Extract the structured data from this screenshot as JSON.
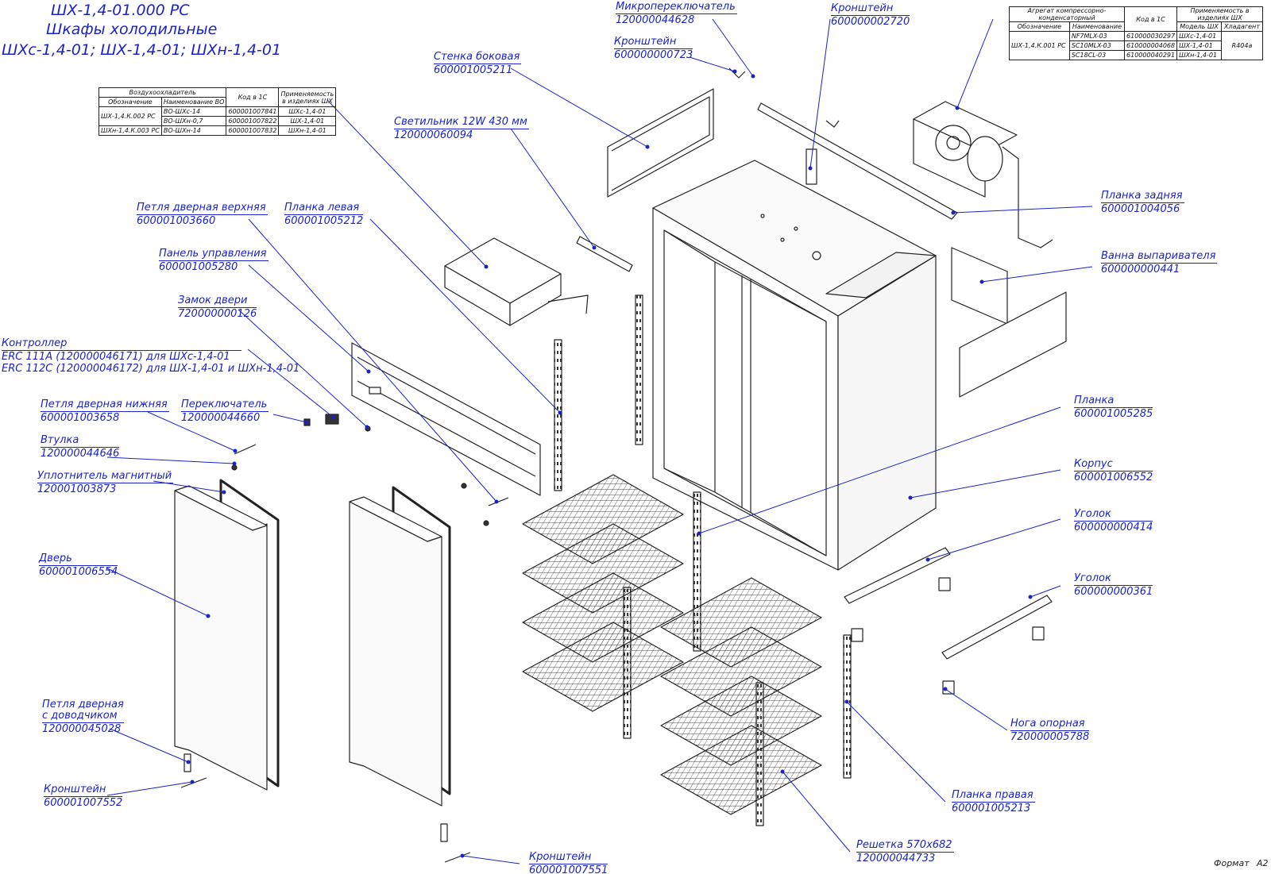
{
  "title": {
    "line1": "ШХ-1,4-01.000 РС",
    "line2": "Шкафы холодильные",
    "line3": "ШХс-1,4-01; ШХ-1,4-01; ШХн-1,4-01"
  },
  "air_cooler_table": {
    "group": "Воздухоохладитель",
    "col_designation": "Обозначение",
    "col_name": "Наименование ВО",
    "col_code": "Код в 1С",
    "col_use": "Применяемость в изделиях ШХ",
    "rows": [
      {
        "designation": "ШХ-1,4.К.002 РС",
        "name": "ВО-ШХс-14",
        "code": "600001007841",
        "use": "ШХс-1,4-01"
      },
      {
        "designation": "",
        "name": "ВО-ШХн-0,7",
        "code": "600001007822",
        "use": "ШХ-1,4-01"
      },
      {
        "designation": "ШХн-1,4.К.003 РС",
        "name": "ВО-ШХн-14",
        "code": "600001007832",
        "use": "ШХн-1,4-01"
      }
    ]
  },
  "unit_table": {
    "group": "Агрегат компрессорно-конденсаторный",
    "col_designation": "Обозначение",
    "col_name": "Наименование",
    "col_code": "Код в 1С",
    "col_use": "Применяемость в изделиях ШХ",
    "col_model": "Модель ШХ",
    "col_refrigerant": "Хладагент",
    "designation": "ШХ-1,4.К.001 РС",
    "refrigerant": "R404a",
    "rows": [
      {
        "name": "NF7MLX-03",
        "code": "610000030297",
        "model": "ШХс-1,4-01"
      },
      {
        "name": "SC10MLX-03",
        "code": "610000004068",
        "model": "ШХ-1,4-01"
      },
      {
        "name": "SC18CL-03",
        "code": "610000040291",
        "model": "ШХн-1,4-01"
      }
    ]
  },
  "callouts": {
    "microswitch": {
      "name": "Микропереключатель",
      "code": "120000044628"
    },
    "bracket_top": {
      "name": "Кронштейн",
      "code": "600000000723"
    },
    "bracket_top2": {
      "name": "Кронштейн",
      "code": "600000002720"
    },
    "side_wall": {
      "name": "Стенка боковая",
      "code": "600001005211"
    },
    "lamp": {
      "name": "Светильник 12W 430 мм",
      "code": "120000060094"
    },
    "hinge_top": {
      "name": "Петля дверная верхняя",
      "code": "600001003660"
    },
    "strip_left": {
      "name": "Планка левая",
      "code": "600001005212"
    },
    "control_panel": {
      "name": "Панель управления",
      "code": "600001005280"
    },
    "door_lock": {
      "name": "Замок двери",
      "code": "720000000126"
    },
    "controller": {
      "name": "Контроллер",
      "line2": "ERC 111A (120000046171) для ШХс-1,4-01",
      "line3": "ERC 112C (120000046172) для ШХ-1,4-01 и ШХн-1,4-01"
    },
    "hinge_bottom": {
      "name": "Петля дверная нижняя",
      "code": "600001003658"
    },
    "switch": {
      "name": "Переключатель",
      "code": "120000044660"
    },
    "bushing": {
      "name": "Втулка",
      "code": "120000044646"
    },
    "gasket": {
      "name": "Уплотнитель магнитный",
      "code": "120001003873"
    },
    "door": {
      "name": "Дверь",
      "code": "600001006554"
    },
    "hinge_closer": {
      "name": "Петля дверная",
      "line2": "с доводчиком",
      "code": "120000045028"
    },
    "bracket_left": {
      "name": "Кронштейн",
      "code": "600001007552"
    },
    "bracket_bottom": {
      "name": "Кронштейн",
      "code": "600001007551"
    },
    "strip_back": {
      "name": "Планка задняя",
      "code": "600001004056"
    },
    "evap_tray": {
      "name": "Ванна выпаривателя",
      "code": "600000000441"
    },
    "strip": {
      "name": "Планка",
      "code": "600001005285"
    },
    "body": {
      "name": "Корпус",
      "code": "600001006552"
    },
    "corner1": {
      "name": "Уголок",
      "code": "600000000414"
    },
    "corner2": {
      "name": "Уголок",
      "code": "600000000361"
    },
    "foot": {
      "name": "Нога опорная",
      "code": "720000005788"
    },
    "strip_right": {
      "name": "Планка правая",
      "code": "600001005213"
    },
    "grid": {
      "name": "Решетка 570х682",
      "code": "120000044733"
    }
  },
  "format_label": "Формат",
  "format_value": "А2",
  "colors": {
    "annotation": "#1a22c8",
    "drawing": "#222222"
  }
}
